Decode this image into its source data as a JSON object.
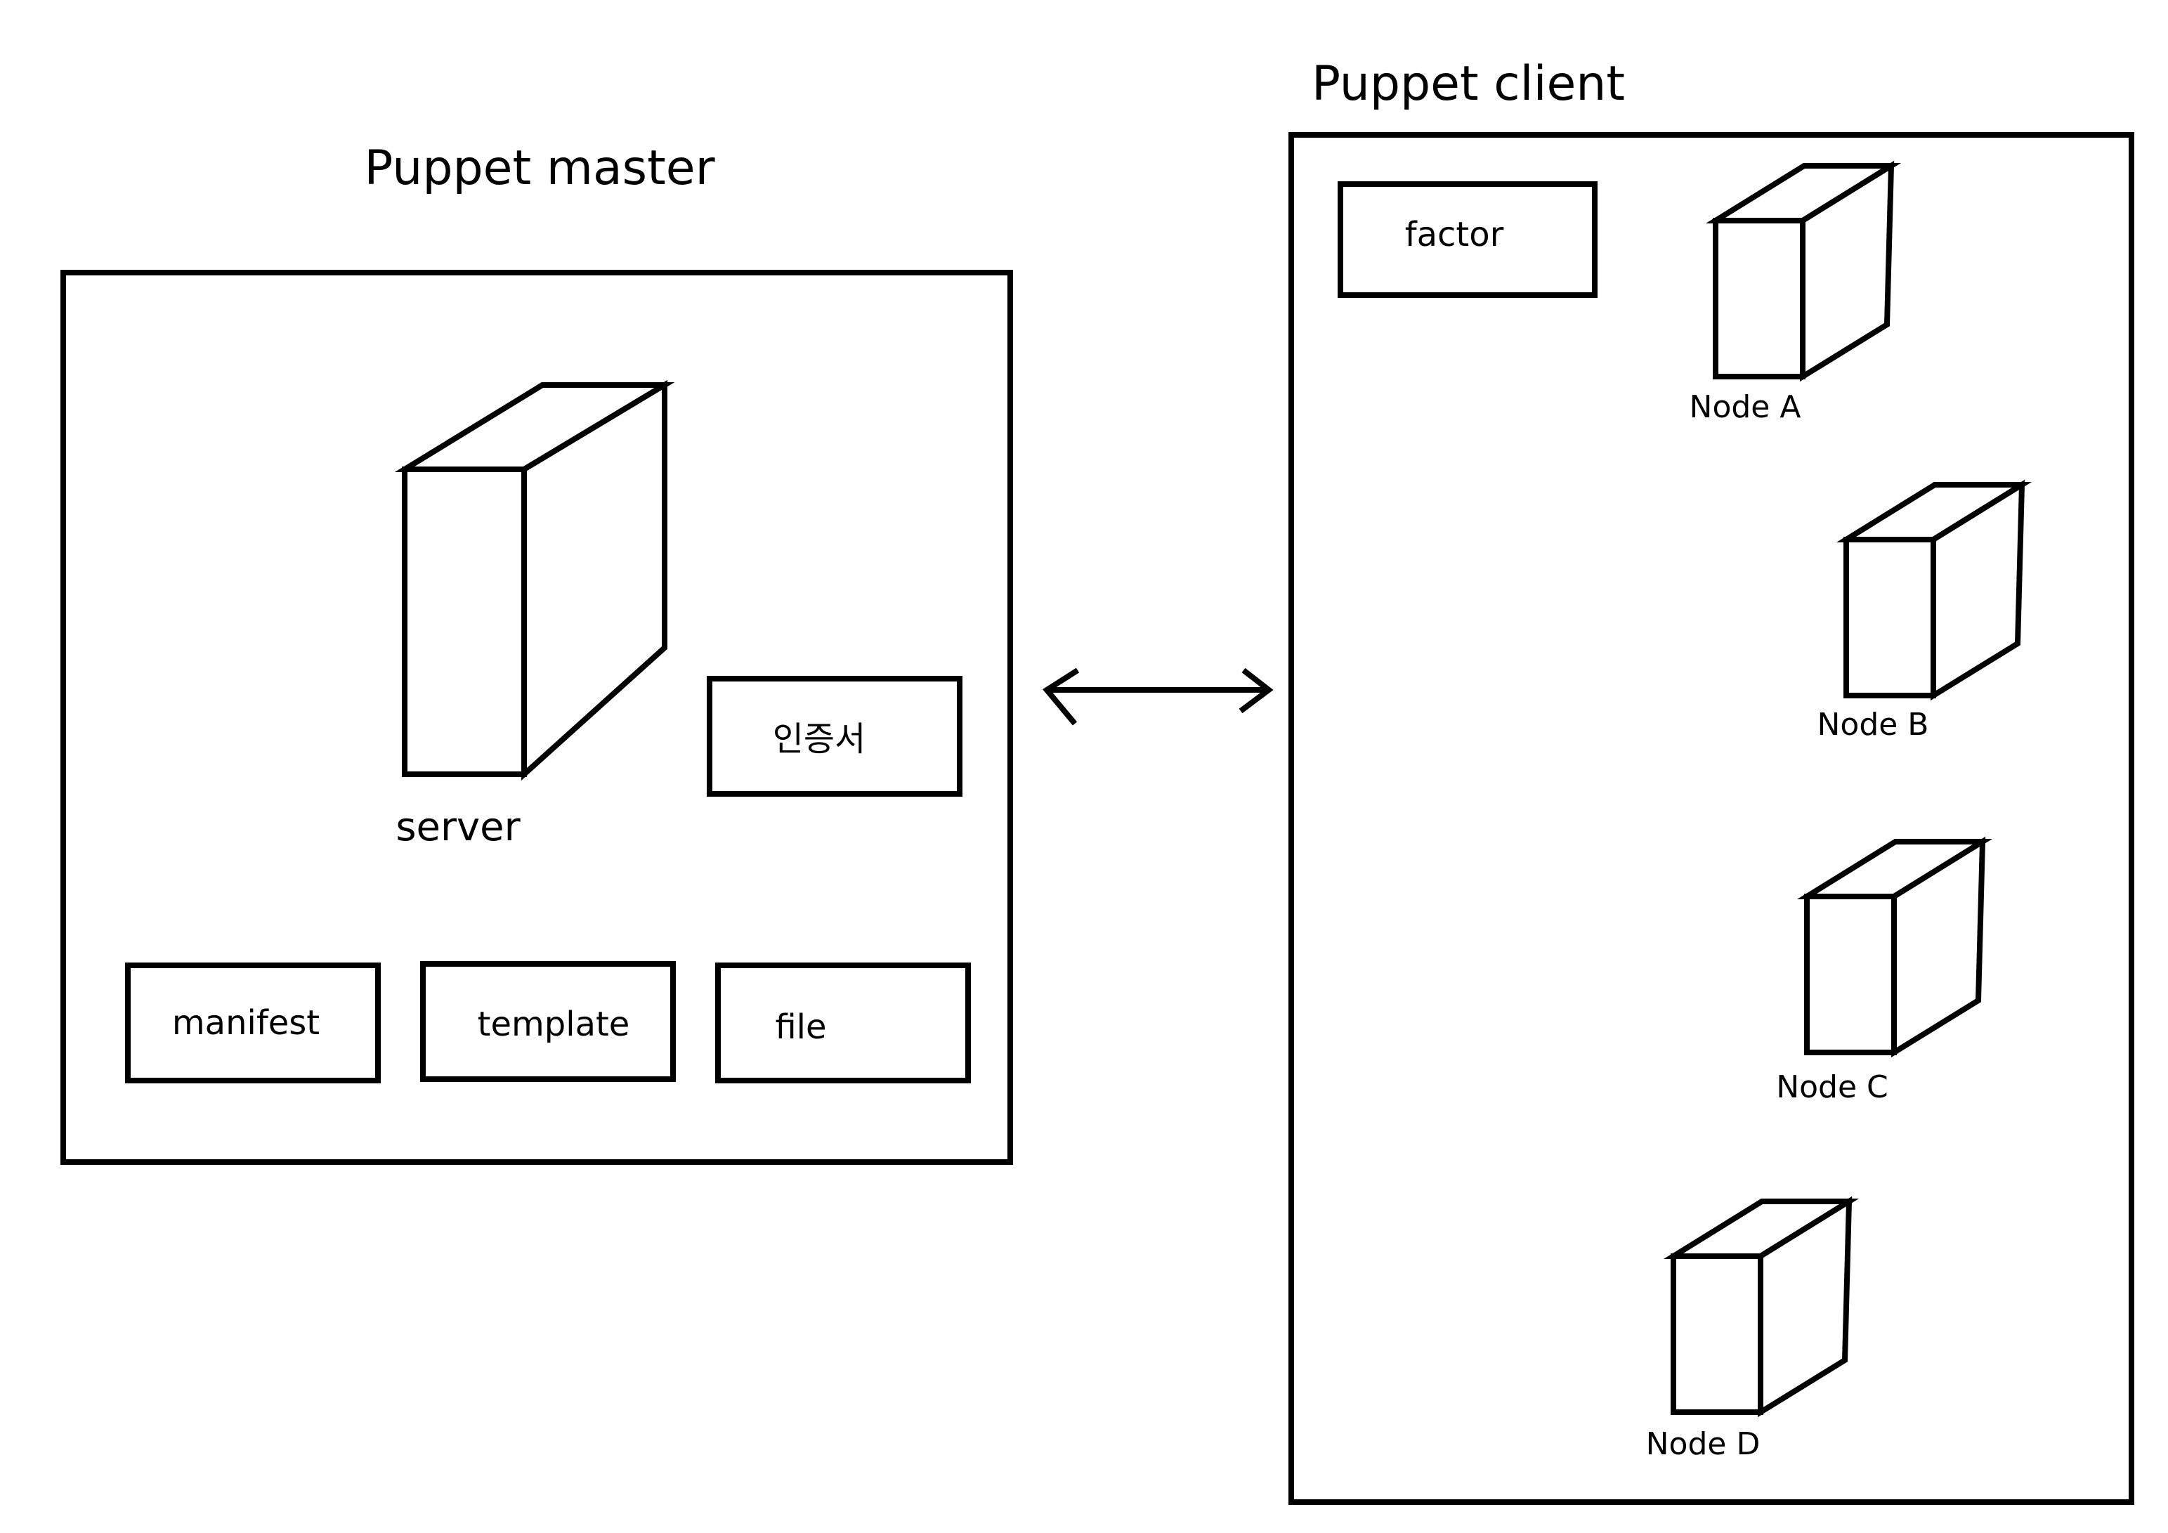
{
  "master": {
    "title": "Puppet master",
    "server_label": "server",
    "cert_label": "인증서",
    "manifest_label": "manifest",
    "template_label": "template",
    "file_label": "file"
  },
  "client": {
    "title": "Puppet client",
    "factor_label": "factor",
    "nodes": [
      {
        "label": "Node A"
      },
      {
        "label": "Node B"
      },
      {
        "label": "Node C"
      },
      {
        "label": "Node D"
      }
    ]
  }
}
